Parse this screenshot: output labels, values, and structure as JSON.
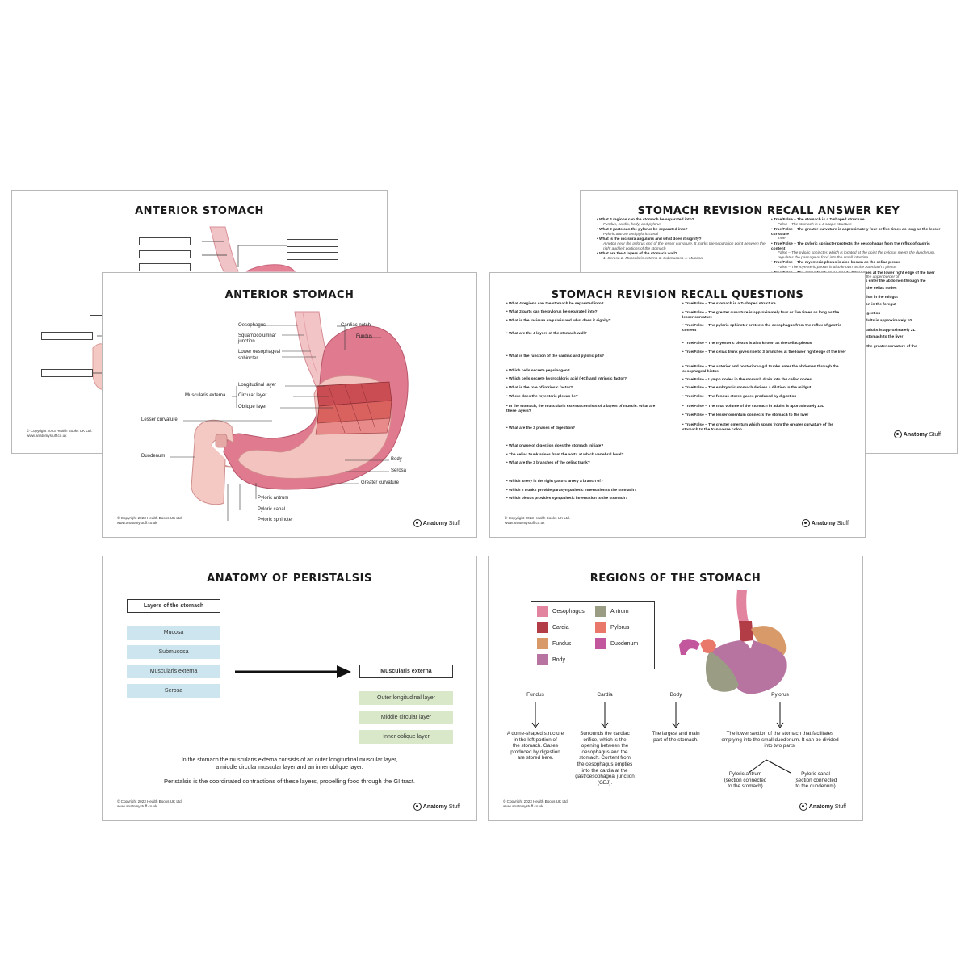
{
  "common": {
    "copyright_line1": "© Copyright 2023 Health Books UK Ltd.",
    "copyright_line2": "www.anatomystuff.co.uk",
    "brand_strong": "Anatomy",
    "brand_light": "Stuff"
  },
  "anterior_stomach_blank": {
    "title": "ANTERIOR STOMACH"
  },
  "answer_key": {
    "title": "STOMACH REVISION RECALL ANSWER KEY",
    "left_items": [
      {
        "q": "• What 4 regions can the stomach be separated into?",
        "a": "Fundus, cardia, body, and pylorus"
      },
      {
        "q": "• What 2 parts can the pylorus be separated into?",
        "a": "Pyloric antrum and pyloric canal"
      },
      {
        "q": "• What is the incisura angularis and what does it signify?",
        "a": "A notch near the pylorus end of the lesser curvature. It marks the separation point between the right and left portions of the stomach"
      },
      {
        "q": "• What are the 4 layers of the stomach wall?",
        "a": "1. Serosa   2. Muscularis externa   3. Submucosa   4. Mucosa"
      }
    ],
    "right_items": [
      {
        "q": "• True/False – The stomach is a T-shaped structure",
        "a": "False – The stomach is a J-shape structure"
      },
      {
        "q": "• True/False – The greater curvature is approximately four or five times as long as the lesser curvature",
        "a": "True"
      },
      {
        "q": "• True/False – The pyloric sphincter protects the oesophagus from the reflux of gastric content",
        "a": "False – The pyloric sphincter, which is located at the point the pylorus meets the duodenum, regulates the passage of food into the small intestine"
      },
      {
        "q": "• True/False – The myenteric plexus is also known as the celiac plexus",
        "a": "False – The myenteric plexus is also known as the Auerbach's plexus"
      },
      {
        "q": "• True/False – The celiac trunk gives rise to 3 branches at the lower right edge of the liver",
        "a": "False – The celiac trunk gives rise to 3 branches at the upper border of"
      }
    ],
    "peek_right": [
      "ks enter the abdomen through the",
      "o the celiac nodes",
      "ation in the midgut",
      "tion in the foregut",
      "digestion",
      "adults is approximately 10L",
      "n adults is approximately 2L",
      "e stomach to the liver",
      "n the greater curvature of the"
    ]
  },
  "anterior_stomach_labelled": {
    "title": "ANTERIOR STOMACH",
    "labels": {
      "oesophagus": "Oesophagus",
      "squamocolumnar_1": "Squamocolumnar",
      "squamocolumnar_2": "junction",
      "lower_oes_1": "Lower oesophageal",
      "lower_oes_2": "sphincter",
      "cardiac_notch": "Cardiac notch",
      "fundus": "Fundus",
      "longitudinal": "Longitudinal layer",
      "circular": "Circular layer",
      "oblique": "Oblique layer",
      "muscularis": "Muscularis externa",
      "lesser_curvature": "Lesser curvature",
      "duodenum": "Duodenum",
      "body": "Body",
      "serosa": "Serosa",
      "greater_curvature": "Greater curvature",
      "pyloric_antrum": "Pyloric antrum",
      "pyloric_canal": "Pyloric canal",
      "pyloric_sphincter": "Pyloric sphincter"
    }
  },
  "questions": {
    "title": "STOMACH REVISION RECALL QUESTIONS",
    "left": [
      "• What 4 regions can the stomach be separated into?",
      "• What 2 parts can the pylorus be separated into?",
      "• What is the incisura angularis and what does it signify?",
      "• What are the 4 layers of the stomach wall?",
      "• What is the function of the cardiac and pyloric pits?",
      "• Which cells secrete pepsinogen?",
      "• Which cells secrete hydrochloric acid (HCl) and intrinsic factor?",
      "• What is the role of intrinsic factor?",
      "• Where does the myenteric plexus lie?",
      "• In the stomach, the muscularis externa consists of 3 layers of muscle. What are these layers?",
      "• What are the 3 phases of digestion?",
      "• What phase of digestion does the stomach initiate?",
      "• The celiac trunk arises from the aorta at which vertebral level?",
      "• What are the 3 branches of the celiac trunk?",
      "• Which artery is the right gastric artery a branch of?",
      "• Which 2 trunks provide parasympathetic innervation to the stomach?",
      "• Which plexus provides sympathetic innervation to the stomach?"
    ],
    "right": [
      "• True/False – The stomach is a T-shaped structure",
      "• True/False – The greater curvature is approximately four or five times as long as the lesser curvature",
      "• True/False – The pyloric sphincter protects the oesophagus from the reflux of gastric content",
      "• True/False – The myenteric plexus is also known as the celiac plexus",
      "• True/False – The celiac trunk gives rise to 3 branches at the lower right edge of the liver",
      "• True/False – The anterior and posterior vagal trunks enter the abdomen through the oesophageal hiatus",
      "• True/False – Lymph nodes in the stomach drain into the celiac nodes",
      "• True/False – The embryonic stomach derives a dilation in the midgut",
      "• True/False – The fundus stores gases produced by digestion",
      "• True/False – The total volume of the stomach in adults is approximately 10L",
      "• True/False – The lesser omentum connects the stomach to the liver",
      "• True/False – The greater omentum which spans from the greater curvature of the stomach to the transverse colon"
    ]
  },
  "peristalsis": {
    "title": "ANATOMY OF PERISTALSIS",
    "layers_heading": "Layers of the stomach",
    "layers": [
      "Mucosa",
      "Submucosa",
      "Muscularis externa",
      "Serosa"
    ],
    "muscularis_heading": "Muscularis externa",
    "muscle_layers": [
      "Outer longitudinal layer",
      "Middle circular layer",
      "Inner oblique layer"
    ],
    "text1_line1": "In the stomach the muscularis externa consists of an outer longitudinal muscular layer,",
    "text1_line2": "a middle circular muscular layer and an inner oblique layer.",
    "text2": "Peristalsis is the coordinated contractions of these layers, propelling food through the GI tract."
  },
  "regions": {
    "title": "REGIONS OF THE STOMACH",
    "legend": [
      {
        "label": "Oesophagus",
        "color": "#e2849f"
      },
      {
        "label": "Antrum",
        "color": "#9a9c84"
      },
      {
        "label": "Cardia",
        "color": "#b33d46"
      },
      {
        "label": "Pylorus",
        "color": "#e9776a"
      },
      {
        "label": "Fundus",
        "color": "#d89a68"
      },
      {
        "label": "Duodenum",
        "color": "#c2579e"
      },
      {
        "label": "Body",
        "color": "#b774a1"
      }
    ],
    "columns": [
      {
        "head": "Fundus",
        "desc": [
          "A dome-shaped structure",
          "in the left portion of",
          "the stomach. Gases",
          "produced by digestion",
          "are stored here."
        ]
      },
      {
        "head": "Cardia",
        "desc": [
          "Surrounds the cardiac",
          "orifice, which is the",
          "opening between the",
          "oesophagus and the",
          "stomach. Content from",
          "the oesophagus empties",
          "into the cardia at the",
          "gastroesophageal junction",
          "(GEJ)."
        ]
      },
      {
        "head": "Body",
        "desc": [
          "The largest and main",
          "part of the stomach."
        ]
      },
      {
        "head": "Pylorus",
        "desc": [
          "The lower section of the stomach that facilitates",
          "emptying into the small duodenum. It can be divided",
          "into two parts:"
        ]
      }
    ],
    "pyloric_antrum": [
      "Pyloric antrum",
      "(section connected",
      "to the stomach)"
    ],
    "pyloric_canal": [
      "Pyloric canal",
      "(section connected",
      "to the duodenum)"
    ]
  }
}
